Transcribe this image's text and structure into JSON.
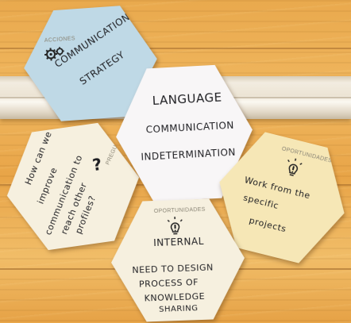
{
  "scene": {
    "background": "wooden desk with white rail",
    "colors": {
      "wood": "#e9a94d",
      "rail": "#f2ece0",
      "card_blue": "#bfd9e6",
      "card_white": "#f8f6f7",
      "card_cream": "#f6f0df",
      "card_yellow": "#f6e7b6",
      "ink": "#1e1e22"
    }
  },
  "cards": {
    "acciones": {
      "tag": "ACCIONES",
      "icon": "gears-icon",
      "lines": [
        "COMMUNICATION",
        "STRATEGY"
      ]
    },
    "language": {
      "lines": [
        "LANGUAGE",
        "COMMUNICATION",
        "INDETERMINATION"
      ]
    },
    "pregunta": {
      "tag": "PREGUNTA",
      "icon": "question-mark-icon",
      "lines": [
        "How can we",
        "improve",
        "communication to",
        "reach other",
        "profiles?"
      ]
    },
    "opportunidades_right": {
      "tag": "OPORTUNIDADES",
      "icon": "lightbulb-icon",
      "lines": [
        "Work from the",
        "specific",
        "projects"
      ]
    },
    "opportunidades_bottom": {
      "tag": "OPORTUNIDADES",
      "icon": "lightbulb-icon",
      "lines": [
        "INTERNAL",
        "NEED TO DESIGN",
        "PROCESS OF",
        "KNOWLEDGE",
        "SHARING"
      ]
    }
  }
}
